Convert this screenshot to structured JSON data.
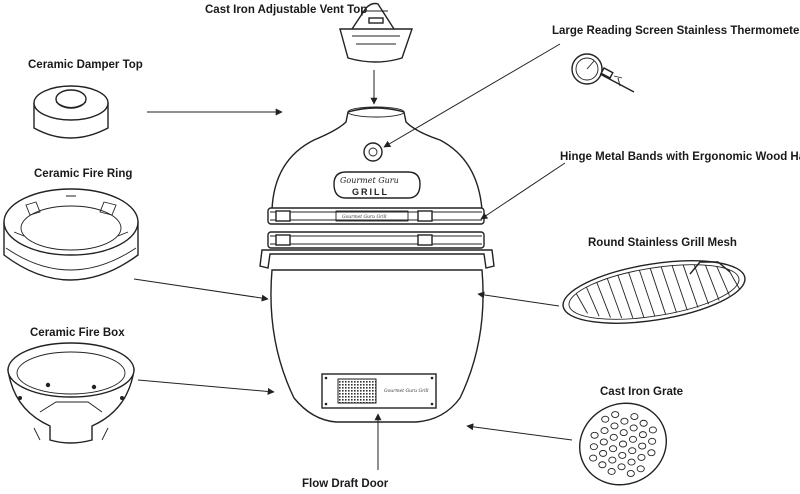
{
  "labels": {
    "vent_top": "Cast Iron Adjustable Vent Top",
    "thermometer": "Large Reading Screen Stainless Thermometer",
    "damper_top": "Ceramic Damper Top",
    "hinge_bands": "Hinge Metal Bands with Ergonomic Wood Handles",
    "fire_ring": "Ceramic Fire Ring",
    "grill_mesh": "Round Stainless Grill Mesh",
    "fire_box": "Ceramic Fire Box",
    "iron_grate": "Cast Iron Grate",
    "draft_door": "Flow Draft Door"
  },
  "branding": {
    "logo_script": "Gourmet Guru",
    "logo_word": "GRILL",
    "door_script": "Gourmet Guru Grill"
  }
}
